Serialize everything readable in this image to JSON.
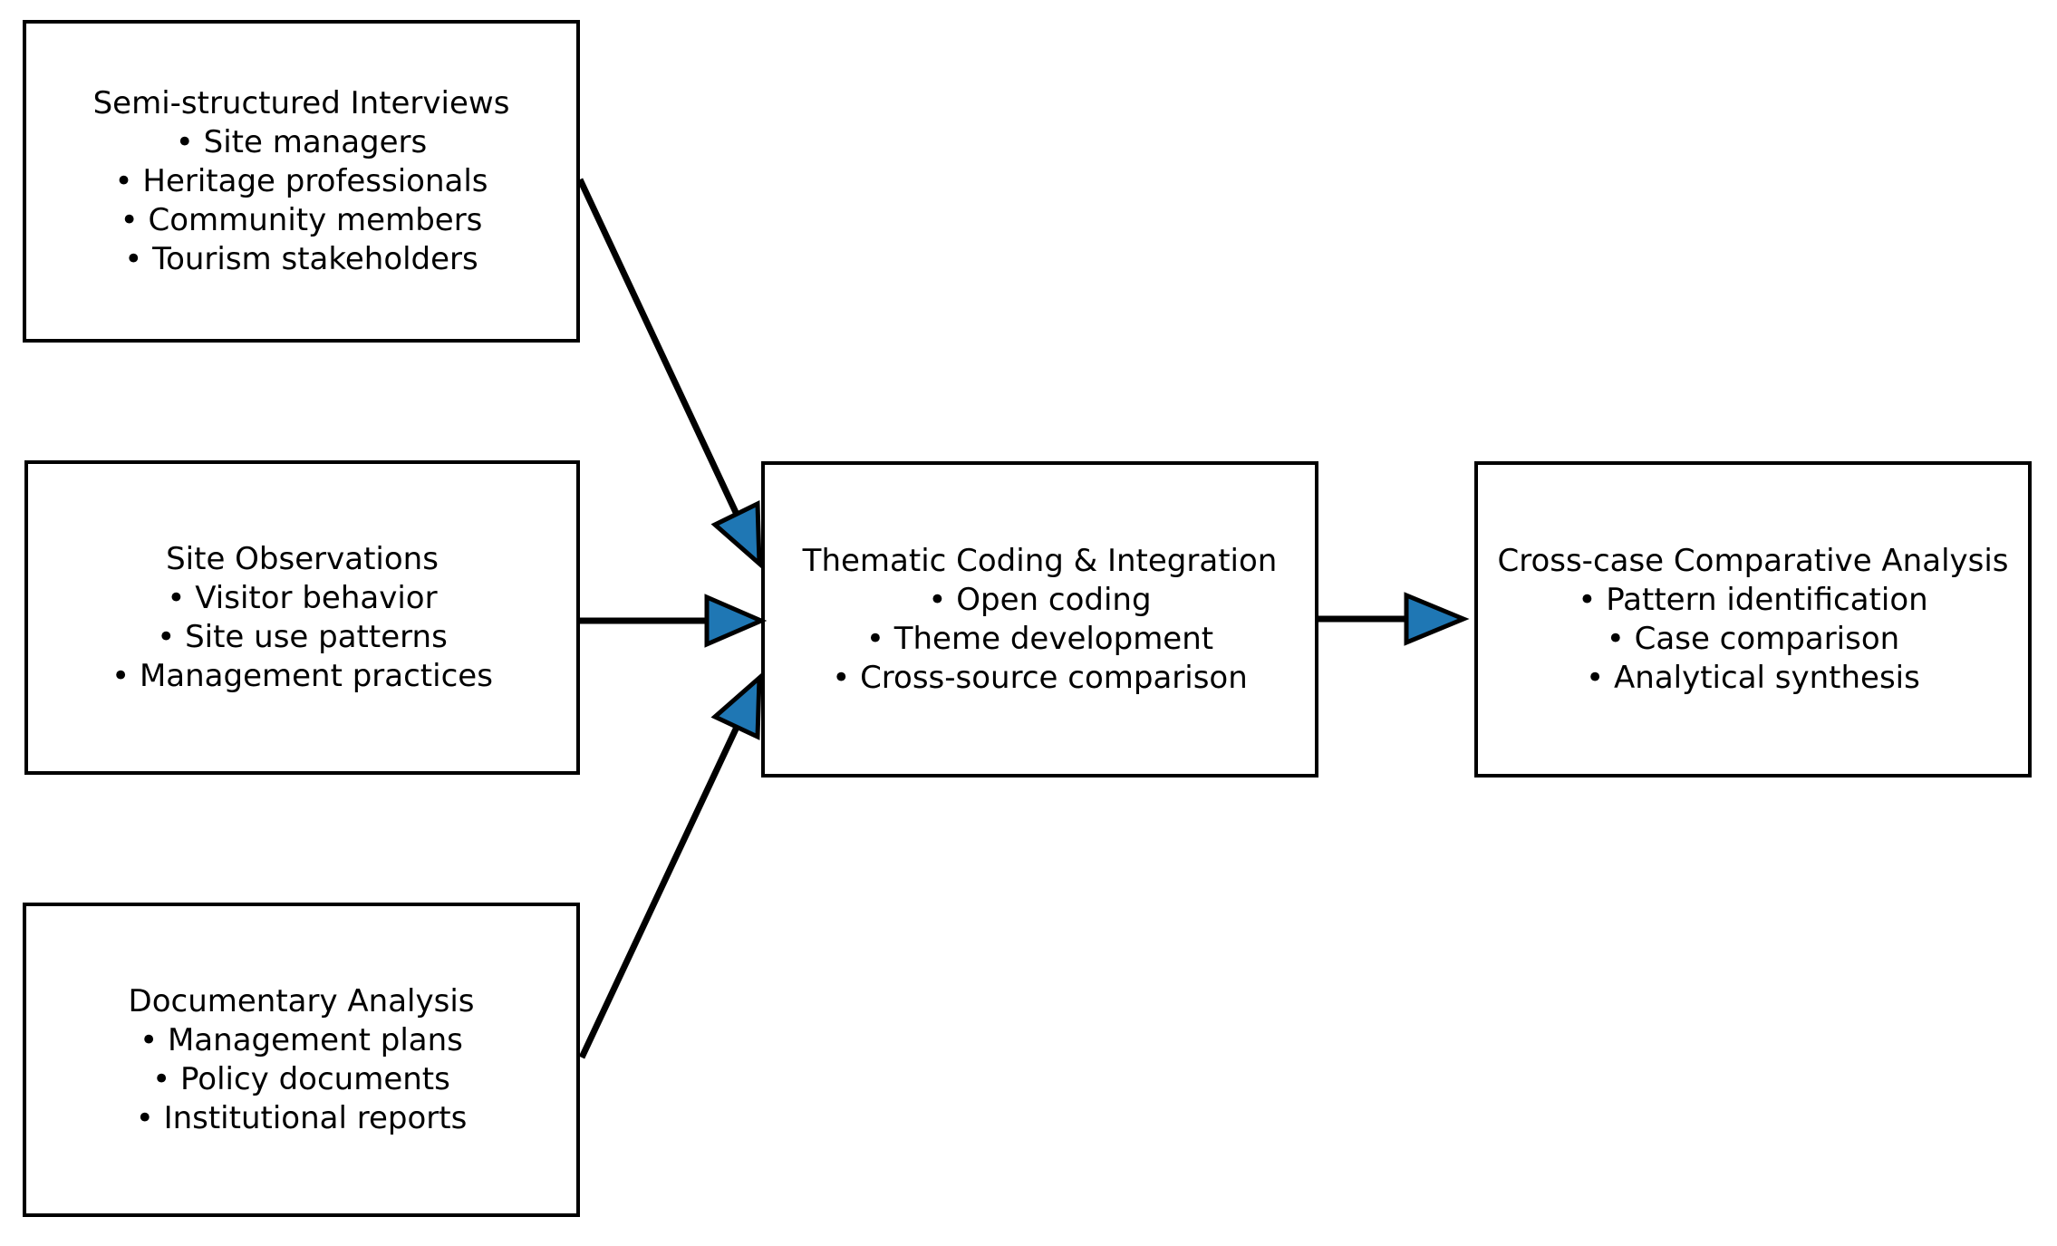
{
  "diagram": {
    "background": "#ffffff",
    "colors": {
      "box_border": "#000000",
      "text": "#000000",
      "arrow_line": "#000000",
      "arrowhead_fill": "#1f77b4",
      "arrowhead_stroke": "#000000"
    },
    "nodes": [
      {
        "id": "semi-structured-interviews",
        "title": "Semi-structured Interviews",
        "bullets": [
          "• Site managers",
          "• Heritage professionals",
          "• Community members",
          "• Tourism stakeholders"
        ]
      },
      {
        "id": "site-observations",
        "title": "Site Observations",
        "bullets": [
          "• Visitor behavior",
          "• Site use patterns",
          "• Management practices"
        ]
      },
      {
        "id": "documentary-analysis",
        "title": "Documentary Analysis",
        "bullets": [
          "• Management plans",
          "• Policy documents",
          "• Institutional reports"
        ]
      },
      {
        "id": "thematic-coding-integration",
        "title": "Thematic Coding & Integration",
        "bullets": [
          "• Open coding",
          "• Theme development",
          "• Cross-source comparison"
        ]
      },
      {
        "id": "cross-case-comparative-analysis",
        "title": "Cross-case Comparative Analysis",
        "bullets": [
          "• Pattern identification",
          "• Case comparison",
          "• Analytical synthesis"
        ]
      }
    ],
    "edges": [
      {
        "from": "semi-structured-interviews",
        "to": "thematic-coding-integration"
      },
      {
        "from": "site-observations",
        "to": "thematic-coding-integration"
      },
      {
        "from": "documentary-analysis",
        "to": "thematic-coding-integration"
      },
      {
        "from": "thematic-coding-integration",
        "to": "cross-case-comparative-analysis"
      }
    ]
  }
}
